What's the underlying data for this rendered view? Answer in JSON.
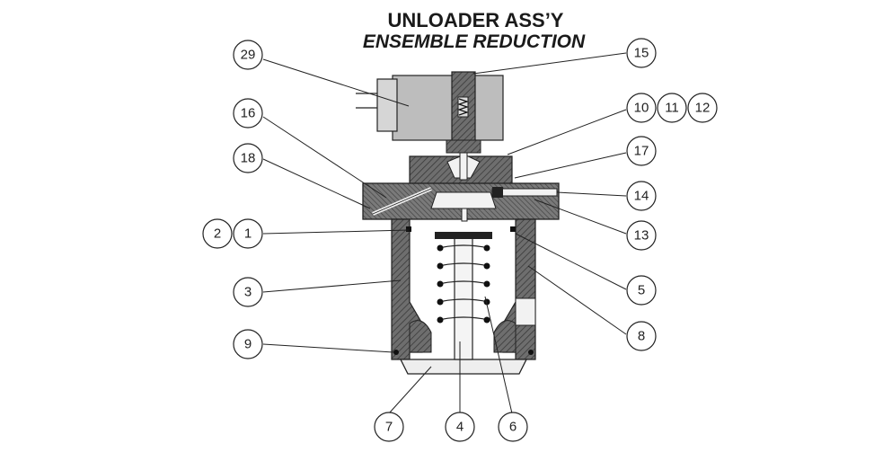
{
  "title": "UNLOADER ASS’Y",
  "subtitle": "ENSEMBLE REDUCTION",
  "callouts": {
    "c29": "29",
    "c15": "15",
    "c16": "16",
    "c10": "10",
    "c11": "11",
    "c12": "12",
    "c18": "18",
    "c17": "17",
    "c14": "14",
    "c2": "2",
    "c1": "1",
    "c13": "13",
    "c3": "3",
    "c5": "5",
    "c9": "9",
    "c8": "8",
    "c7": "7",
    "c4": "4",
    "c6": "6"
  }
}
